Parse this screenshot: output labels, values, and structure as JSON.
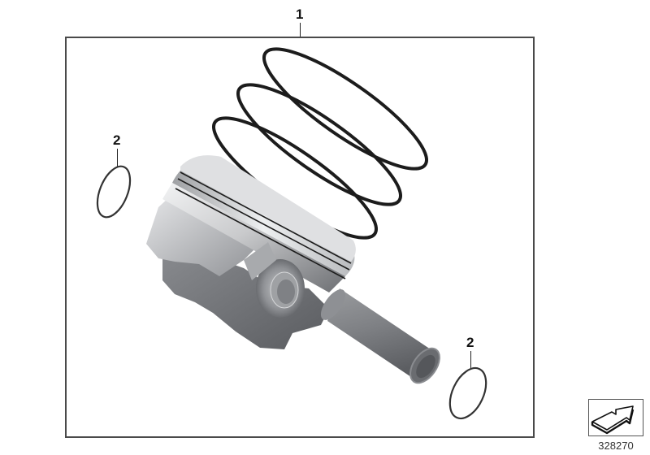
{
  "diagram": {
    "type": "exploded parts diagram",
    "subject": "Piston assembly",
    "diagram_number": "328270",
    "callouts": [
      {
        "number": "1",
        "label_ref": "piston-set-group"
      },
      {
        "number": "2",
        "label_ref": "circlip-left"
      },
      {
        "number": "2",
        "label_ref": "circlip-right"
      }
    ],
    "parts_shown": [
      "piston",
      "compression ring (top)",
      "compression ring (second)",
      "oil control ring",
      "piston pin",
      "circlip",
      "circlip"
    ],
    "colors": {
      "frame": "#4a4a4a",
      "ring": "#1c1c1c",
      "piston_light": "#e6e7e9",
      "piston_mid": "#a9abae",
      "piston_dark": "#5f6165",
      "pin": "#7b7d80"
    }
  },
  "navigation": {
    "icon": "arrow-navigate-icon"
  }
}
